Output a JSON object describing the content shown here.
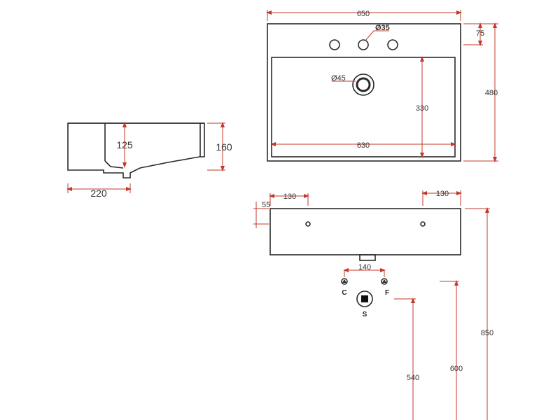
{
  "colors": {
    "outline": "#2a2a2a",
    "dimension": "#c0392b",
    "background": "#ffffff"
  },
  "top_view": {
    "width": "650",
    "depth": "480",
    "tap_offset": "75",
    "tap_hole": "Ø35",
    "drain_hole": "Ø45",
    "bowl_width": "630",
    "bowl_depth": "330"
  },
  "side_view": {
    "depth": "220",
    "height": "160",
    "bowl_height": "125"
  },
  "front_view": {
    "left_bracket": "130",
    "right_bracket": "130",
    "bracket_height": "55"
  },
  "connections": {
    "spacing": "140",
    "cold_label": "C",
    "hot_label": "F",
    "waste_label": "S",
    "waste_height": "540",
    "supply_height": "600",
    "total_height": "850"
  }
}
